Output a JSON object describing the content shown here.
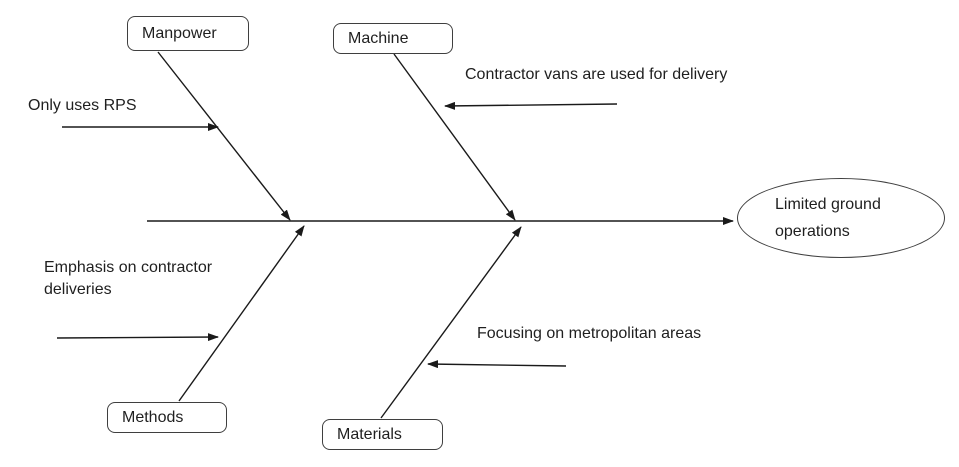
{
  "diagram": {
    "type": "fishbone",
    "effect": {
      "text": "Limited ground operations"
    },
    "categories": [
      {
        "label": "Manpower"
      },
      {
        "label": "Machine"
      },
      {
        "label": "Methods"
      },
      {
        "label": "Materials"
      }
    ],
    "causes": [
      {
        "category": "Manpower",
        "text": "Only uses RPS"
      },
      {
        "category": "Machine",
        "text": "Contractor vans are used for delivery"
      },
      {
        "category": "Methods",
        "text": "Emphasis on contractor deliveries"
      },
      {
        "category": "Materials",
        "text": "Focusing on metropolitan areas"
      }
    ],
    "colors": {
      "line": "#1a1a1a",
      "box_border": "#3f3f3f",
      "text": "#1f1f1f",
      "background": "#ffffff"
    }
  }
}
